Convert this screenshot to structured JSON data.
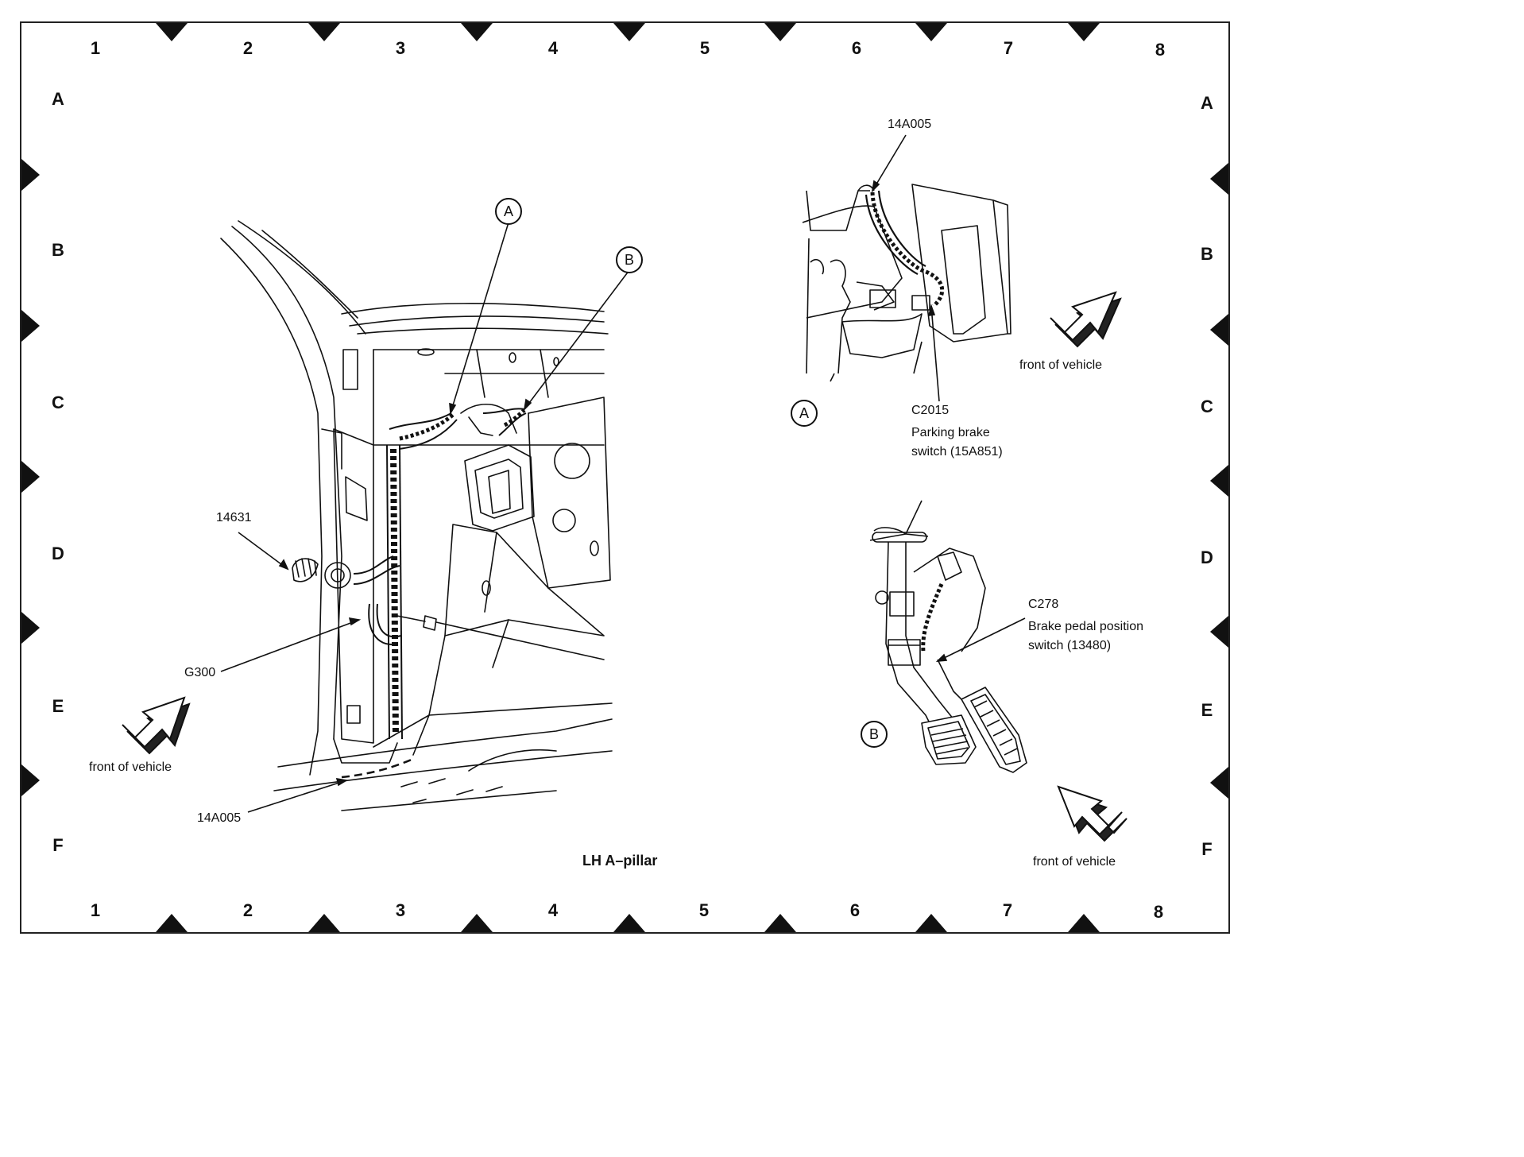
{
  "grid": {
    "columns": [
      "1",
      "2",
      "3",
      "4",
      "5",
      "6",
      "7",
      "8"
    ],
    "rows": [
      "A",
      "B",
      "C",
      "D",
      "E",
      "F"
    ]
  },
  "caption": "LH A–pillar",
  "main_view": {
    "labels": {
      "connector_14631": "14631",
      "ground_g300": "G300",
      "harness_14a005": "14A005",
      "front_of_vehicle": "front of vehicle"
    },
    "callouts": {
      "a": "A",
      "b": "B"
    }
  },
  "detail_a": {
    "callout": "A",
    "harness": "14A005",
    "connector_id": "C2015",
    "connector_desc_line1": "Parking brake",
    "connector_desc_line2": "switch (15A851)",
    "front_of_vehicle": "front of vehicle"
  },
  "detail_b": {
    "callout": "B",
    "connector_id": "C278",
    "connector_desc_line1": "Brake pedal position",
    "connector_desc_line2": "switch (13480)",
    "front_of_vehicle": "front of vehicle"
  },
  "icons": [
    "front-arrow-icon",
    "grid-marker-icon"
  ]
}
